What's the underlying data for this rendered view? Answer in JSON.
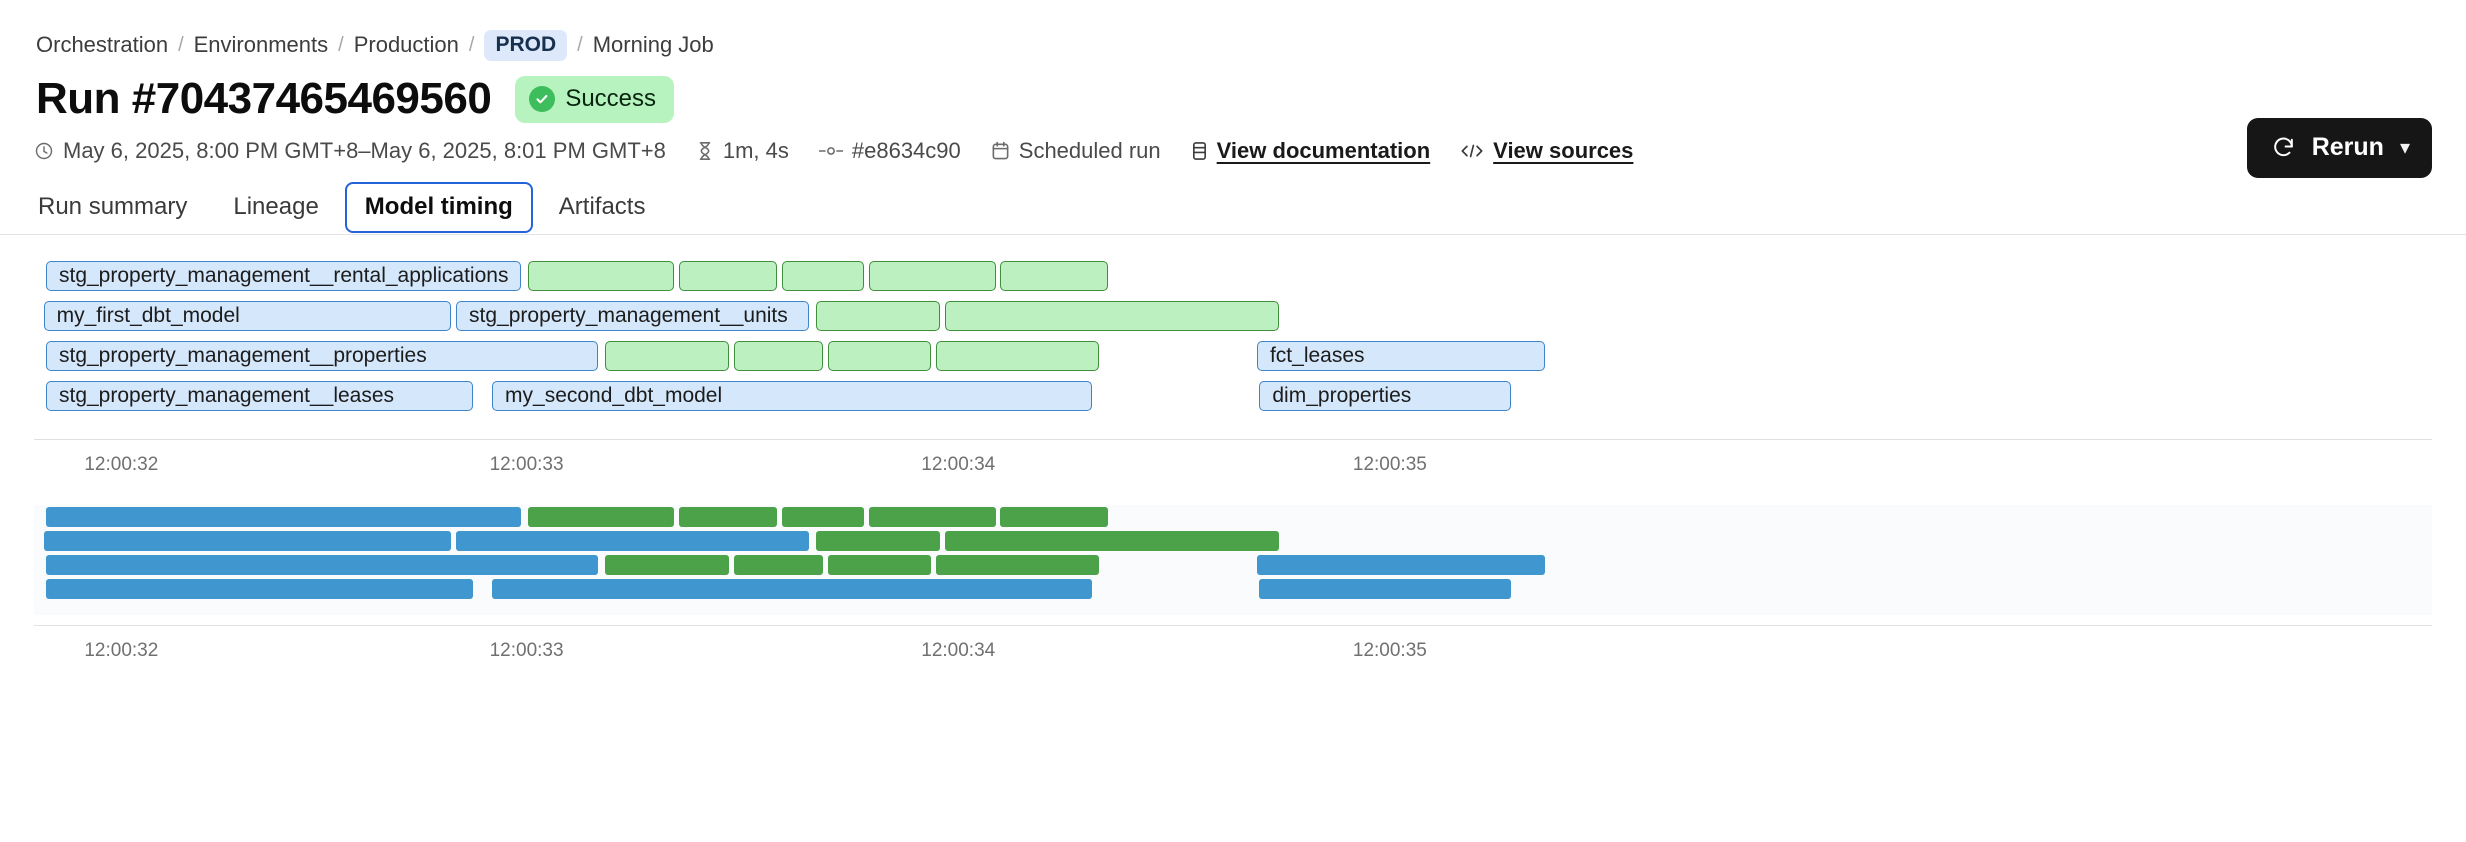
{
  "breadcrumb": {
    "items": [
      {
        "label": "Orchestration",
        "type": "link"
      },
      {
        "label": "Environments",
        "type": "link"
      },
      {
        "label": "Production",
        "type": "link"
      },
      {
        "label": "PROD",
        "type": "badge"
      },
      {
        "label": "Morning Job",
        "type": "text"
      }
    ],
    "separator": "/"
  },
  "header": {
    "title": "Run #70437465469560",
    "status": {
      "label": "Success",
      "icon": "check-circle-icon",
      "color": "#b6f3bf"
    },
    "rerun": {
      "label": "Rerun",
      "icon": "refresh-icon",
      "chevron": "chevron-down-icon"
    }
  },
  "meta": {
    "timerange": {
      "icon": "clock-icon",
      "text": "May 6, 2025, 8:00 PM GMT+8–May 6, 2025, 8:01 PM GMT+8"
    },
    "duration": {
      "icon": "hourglass-icon",
      "text": "1m, 4s"
    },
    "commit": {
      "icon": "commit-icon",
      "text": "#e8634c90"
    },
    "trigger": {
      "icon": "calendar-icon",
      "text": "Scheduled run"
    },
    "documentation": {
      "icon": "book-icon",
      "text": "View documentation"
    },
    "sources": {
      "icon": "code-icon",
      "text": "View sources"
    }
  },
  "tabs": [
    {
      "label": "Run summary",
      "active": false
    },
    {
      "label": "Lineage",
      "active": false
    },
    {
      "label": "Model timing",
      "active": true
    },
    {
      "label": "Artifacts",
      "active": false
    }
  ],
  "chart_data": {
    "type": "bar",
    "title": "Model timing",
    "xlabel": "",
    "ylabel": "",
    "grid": false,
    "legend": null,
    "x_axis": {
      "ticks": [
        "12:00:32",
        "12:00:33",
        "12:00:34",
        "12:00:35"
      ],
      "tick_positions_pct": [
        2.1,
        19.0,
        37.0,
        55.0
      ]
    },
    "colors": {
      "model_fill": "#d5e7fb",
      "model_border": "#3d85c6",
      "test_fill": "#bdf0c1",
      "test_border": "#3f8f3b",
      "minimap_model": "#4096ce",
      "minimap_test": "#4ba249"
    },
    "rows": [
      {
        "index": 0,
        "bars": [
          {
            "label": "stg_property_management__rental_applications",
            "kind": "model",
            "start_pct": 0.5,
            "width_pct": 19.8
          },
          {
            "label": "",
            "kind": "test",
            "start_pct": 20.6,
            "width_pct": 6.1
          },
          {
            "label": "",
            "kind": "test",
            "start_pct": 26.9,
            "width_pct": 4.1
          },
          {
            "label": "",
            "kind": "test",
            "start_pct": 31.2,
            "width_pct": 3.4
          },
          {
            "label": "",
            "kind": "test",
            "start_pct": 34.8,
            "width_pct": 5.3
          },
          {
            "label": "",
            "kind": "test",
            "start_pct": 40.3,
            "width_pct": 4.5
          }
        ]
      },
      {
        "index": 1,
        "bars": [
          {
            "label": "my_first_dbt_model",
            "kind": "model",
            "start_pct": 0.4,
            "width_pct": 17.0
          },
          {
            "label": "stg_property_management__units",
            "kind": "model",
            "start_pct": 17.6,
            "width_pct": 14.7
          },
          {
            "label": "",
            "kind": "test",
            "start_pct": 32.6,
            "width_pct": 5.2
          },
          {
            "label": "",
            "kind": "test",
            "start_pct": 38.0,
            "width_pct": 13.9
          }
        ]
      },
      {
        "index": 2,
        "bars": [
          {
            "label": "stg_property_management__properties",
            "kind": "model",
            "start_pct": 0.5,
            "width_pct": 23.0
          },
          {
            "label": "",
            "kind": "test",
            "start_pct": 23.8,
            "width_pct": 5.2
          },
          {
            "label": "",
            "kind": "test",
            "start_pct": 29.2,
            "width_pct": 3.7
          },
          {
            "label": "",
            "kind": "test",
            "start_pct": 33.1,
            "width_pct": 4.3
          },
          {
            "label": "",
            "kind": "test",
            "start_pct": 37.6,
            "width_pct": 6.8
          },
          {
            "label": "fct_leases",
            "kind": "model",
            "start_pct": 51.0,
            "width_pct": 12.0
          }
        ]
      },
      {
        "index": 3,
        "bars": [
          {
            "label": "stg_property_management__leases",
            "kind": "model",
            "start_pct": 0.5,
            "width_pct": 17.8
          },
          {
            "label": "my_second_dbt_model",
            "kind": "model",
            "start_pct": 19.1,
            "width_pct": 25.0
          },
          {
            "label": "dim_properties",
            "kind": "model",
            "start_pct": 51.1,
            "width_pct": 10.5
          }
        ]
      }
    ],
    "minimap": {
      "x_axis": {
        "ticks": [
          "12:00:32",
          "12:00:33",
          "12:00:34",
          "12:00:35"
        ],
        "tick_positions_pct": [
          2.1,
          19.0,
          37.0,
          55.0
        ]
      },
      "rows": [
        {
          "index": 0,
          "bars": [
            {
              "kind": "model",
              "start_pct": 0.5,
              "width_pct": 19.8
            },
            {
              "kind": "test",
              "start_pct": 20.6,
              "width_pct": 6.1
            },
            {
              "kind": "test",
              "start_pct": 26.9,
              "width_pct": 4.1
            },
            {
              "kind": "test",
              "start_pct": 31.2,
              "width_pct": 3.4
            },
            {
              "kind": "test",
              "start_pct": 34.8,
              "width_pct": 5.3
            },
            {
              "kind": "test",
              "start_pct": 40.3,
              "width_pct": 4.5
            }
          ]
        },
        {
          "index": 1,
          "bars": [
            {
              "kind": "model",
              "start_pct": 0.4,
              "width_pct": 17.0
            },
            {
              "kind": "model",
              "start_pct": 17.6,
              "width_pct": 14.7
            },
            {
              "kind": "test",
              "start_pct": 32.6,
              "width_pct": 5.2
            },
            {
              "kind": "test",
              "start_pct": 38.0,
              "width_pct": 13.9
            }
          ]
        },
        {
          "index": 2,
          "bars": [
            {
              "kind": "model",
              "start_pct": 0.5,
              "width_pct": 23.0
            },
            {
              "kind": "test",
              "start_pct": 23.8,
              "width_pct": 5.2
            },
            {
              "kind": "test",
              "start_pct": 29.2,
              "width_pct": 3.7
            },
            {
              "kind": "test",
              "start_pct": 33.1,
              "width_pct": 4.3
            },
            {
              "kind": "test",
              "start_pct": 37.6,
              "width_pct": 6.8
            },
            {
              "kind": "model",
              "start_pct": 51.0,
              "width_pct": 12.0
            }
          ]
        },
        {
          "index": 3,
          "bars": [
            {
              "kind": "model",
              "start_pct": 0.5,
              "width_pct": 17.8
            },
            {
              "kind": "model",
              "start_pct": 19.1,
              "width_pct": 25.0
            },
            {
              "kind": "model",
              "start_pct": 51.1,
              "width_pct": 10.5
            }
          ]
        }
      ]
    }
  }
}
